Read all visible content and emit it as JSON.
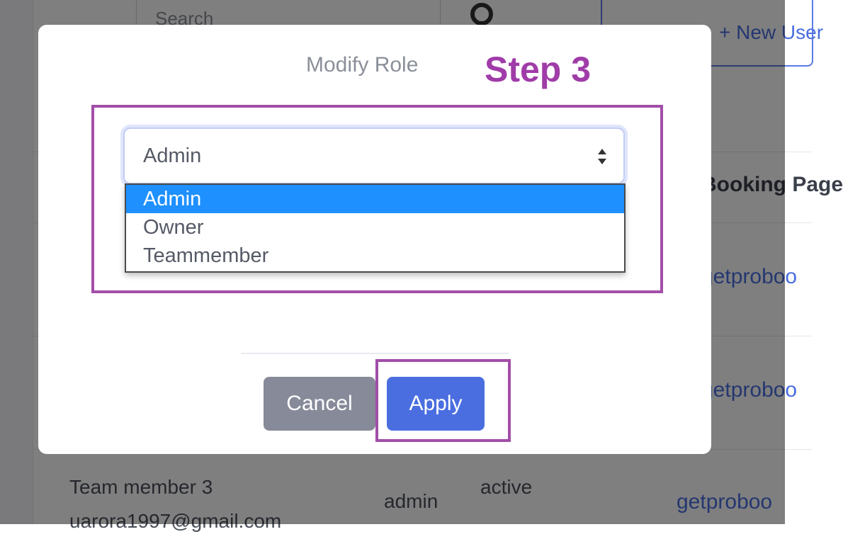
{
  "background": {
    "search_placeholder": "Search",
    "new_user_label": "+ New User",
    "column_header": "Booking Page",
    "rows": [
      {
        "link": "getproboo"
      },
      {
        "link": "getproboo"
      },
      {
        "name": "Team member 3",
        "email": "uarora1997@gmail.com",
        "role": "admin",
        "status": "active",
        "link": "getproboo"
      }
    ]
  },
  "modal": {
    "title": "Modify Role",
    "step_label": "Step 3",
    "select": {
      "value": "Admin",
      "options": [
        "Admin",
        "Owner",
        "Teammember"
      ],
      "selected_index": 0
    },
    "cancel_label": "Cancel",
    "apply_label": "Apply"
  },
  "colors": {
    "annotation": "#a24ea8",
    "primary": "#4a6ee0",
    "selected_option": "#1e90ff",
    "cancel": "#878a99"
  }
}
